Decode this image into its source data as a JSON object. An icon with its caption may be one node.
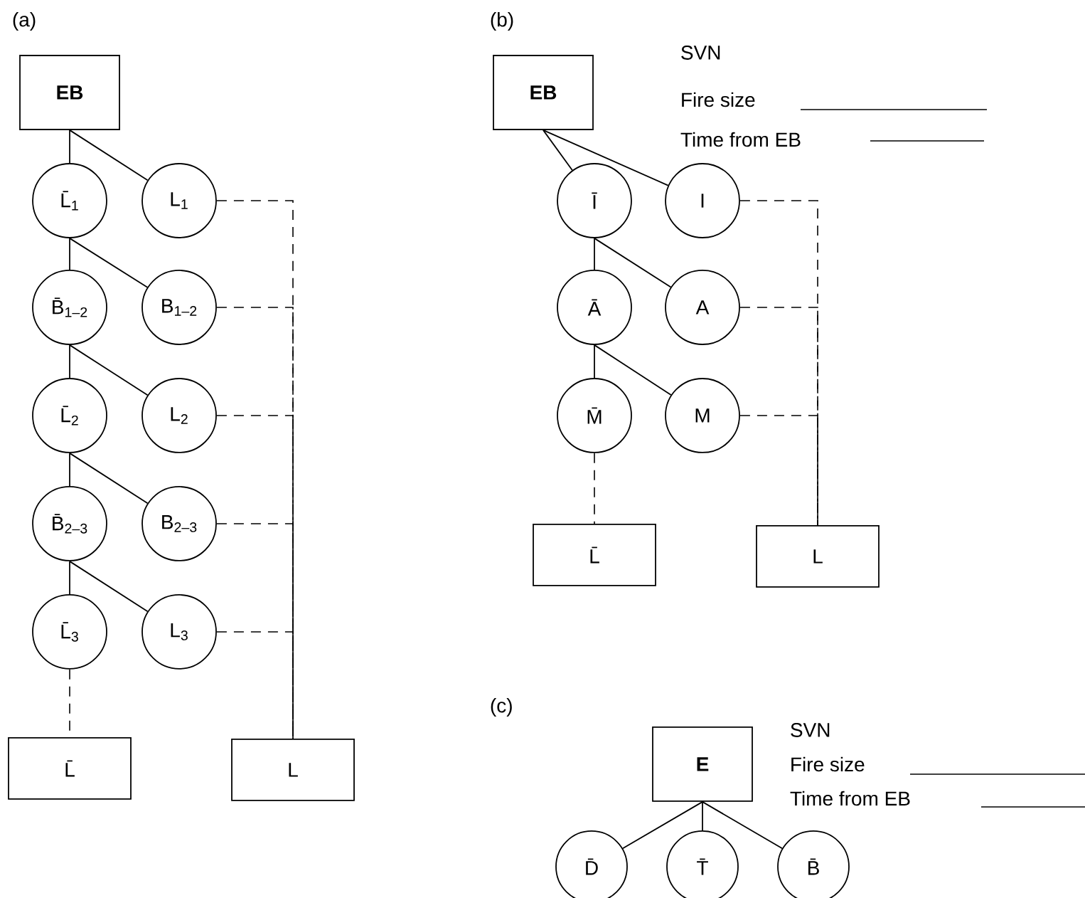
{
  "diagram": {
    "nodes": [
      {
        "text": [
          "EB"
        ]
      },
      {
        "text": [
          "L̄$_{1}$"
        ]
      },
      {
        "text": [
          "L$_{1}$"
        ]
      },
      {
        "text": [
          "B̄$_{1–2}$"
        ]
      },
      {
        "text": [
          "B$_{1–2}$"
        ]
      },
      {
        "text": [
          "L̄$_{2}$"
        ]
      },
      {
        "text": [
          "L$_{2}$"
        ]
      },
      {
        "text": [
          "B̄$_{2–3}$"
        ]
      },
      {
        "text": [
          "B$_{2–3}$"
        ]
      },
      {
        "text": [
          "L̄$_{3}$"
        ]
      },
      {
        "text": [
          "L$_{3}$"
        ]
      },
      {
        "text": [
          "L̄"
        ]
      },
      {
        "text": [
          "L"
        ]
      },
      {
        "text": [
          "EB"
        ]
      },
      {
        "text": [
          "Ī"
        ]
      },
      {
        "text": [
          "I"
        ]
      },
      {
        "text": [
          "Ā"
        ]
      },
      {
        "text": [
          "A"
        ]
      },
      {
        "text": [
          "M̄"
        ]
      },
      {
        "text": [
          "M"
        ]
      },
      {
        "text": [
          "L̄"
        ]
      },
      {
        "text": [
          "L"
        ]
      },
      {
        "text": [
          "E"
        ]
      },
      {
        "text": [
          "D̄"
        ]
      },
      {
        "text": [
          "T̄"
        ]
      },
      {
        "text": [
          "B̄"
        ]
      }
    ],
    "edges": [
      {
        "from": 0,
        "to": 1,
        "arrow": "none"
      },
      {
        "from": 0,
        "to": 2,
        "arrow": "none"
      },
      {
        "from": 1,
        "to": 3,
        "arrow": "none"
      },
      {
        "from": 1,
        "to": 4,
        "arrow": "none"
      },
      {
        "from": 3,
        "to": 5,
        "arrow": "none"
      },
      {
        "from": 3,
        "to": 6,
        "arrow": "none"
      },
      {
        "from": 5,
        "to": 7,
        "arrow": "none"
      },
      {
        "from": 5,
        "to": 8,
        "arrow": "none"
      },
      {
        "from": 7,
        "to": 9,
        "arrow": "none"
      },
      {
        "from": 7,
        "to": 10,
        "arrow": "none"
      },
      {
        "from": 9,
        "to": 11,
        "arrow": "none",
        "style": "dashed"
      },
      {
        "from": 2,
        "to": 12,
        "arrow": "none",
        "style": "dashed"
      },
      {
        "from": 4,
        "to": 12,
        "arrow": "none",
        "style": "dashed"
      },
      {
        "from": 6,
        "to": 12,
        "arrow": "none",
        "style": "dashed"
      },
      {
        "from": 8,
        "to": 12,
        "arrow": "none",
        "style": "dashed"
      },
      {
        "from": 10,
        "to": 12,
        "arrow": "none",
        "style": "dashed"
      },
      {
        "from": 13,
        "to": 14,
        "arrow": "none"
      },
      {
        "from": 13,
        "to": 15,
        "arrow": "none"
      },
      {
        "from": 14,
        "to": 16,
        "arrow": "none"
      },
      {
        "from": 14,
        "to": 17,
        "arrow": "none"
      },
      {
        "from": 16,
        "to": 18,
        "arrow": "none"
      },
      {
        "from": 16,
        "to": 19,
        "arrow": "none"
      },
      {
        "from": 18,
        "to": 20,
        "arrow": "none",
        "style": "dashed"
      },
      {
        "from": 15,
        "to": 21,
        "arrow": "none",
        "style": "dashed"
      },
      {
        "from": 17,
        "to": 21,
        "arrow": "none",
        "style": "dashed"
      },
      {
        "from": 19,
        "to": 21,
        "arrow": "none",
        "style": "dashed"
      },
      {
        "from": 22,
        "to": 23,
        "arrow": "none"
      },
      {
        "from": 22,
        "to": 24,
        "arrow": "none"
      },
      {
        "from": 22,
        "to": 25,
        "arrow": "none"
      }
    ],
    "labels": [
      "(a)",
      "(b)",
      "SVN",
      "Fire size",
      "Time from EB",
      "(c)",
      "SVN",
      "Fire size",
      "Time from EB"
    ]
  }
}
